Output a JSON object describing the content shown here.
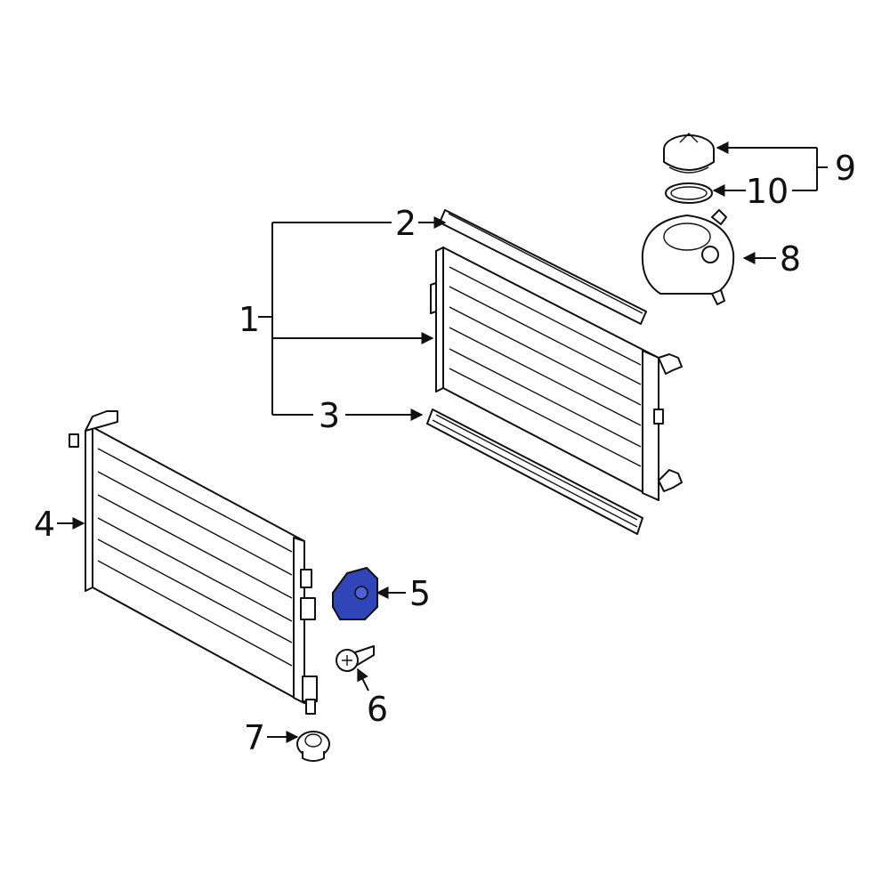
{
  "callouts": {
    "c1": "1",
    "c2": "2",
    "c3": "3",
    "c4": "4",
    "c5": "5",
    "c6": "6",
    "c7": "7",
    "c8": "8",
    "c9": "9",
    "c10": "10"
  },
  "colors": {
    "highlight": "#2f45b8",
    "ink": "#111111"
  }
}
